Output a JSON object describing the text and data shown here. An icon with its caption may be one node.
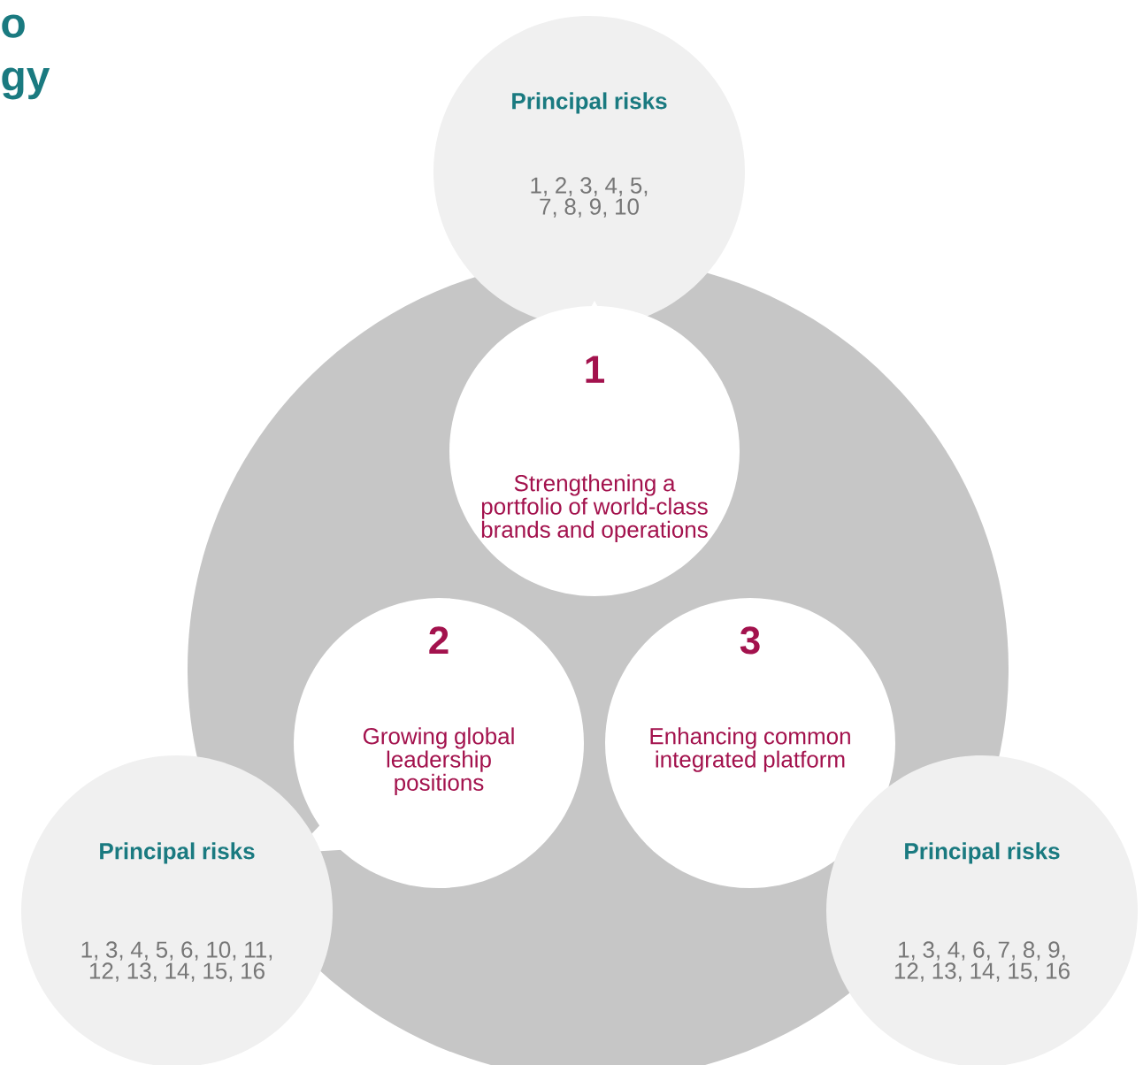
{
  "diagram": {
    "nodes": [
      {
        "text": [
          "Principal risks",
          "1, 2, 3, 4, 5, 7, 8, 9, 10"
        ]
      },
      {
        "text": [
          "1",
          "Strengthening a portfolio of world-class brands and operations"
        ]
      },
      {
        "text": [
          "2",
          "Growing global leadership positions"
        ]
      },
      {
        "text": [
          "3",
          "Enhancing common integrated platform"
        ]
      },
      {
        "text": [
          "Principal risks",
          "1, 3, 4, 5, 6, 10, 11, 12, 13, 14, 15, 16"
        ]
      },
      {
        "text": [
          "Principal risks",
          "1, 3, 4, 6, 7, 8, 9, 12, 13, 14, 15, 16"
        ]
      }
    ],
    "labels": [
      "o",
      "gy"
    ]
  }
}
